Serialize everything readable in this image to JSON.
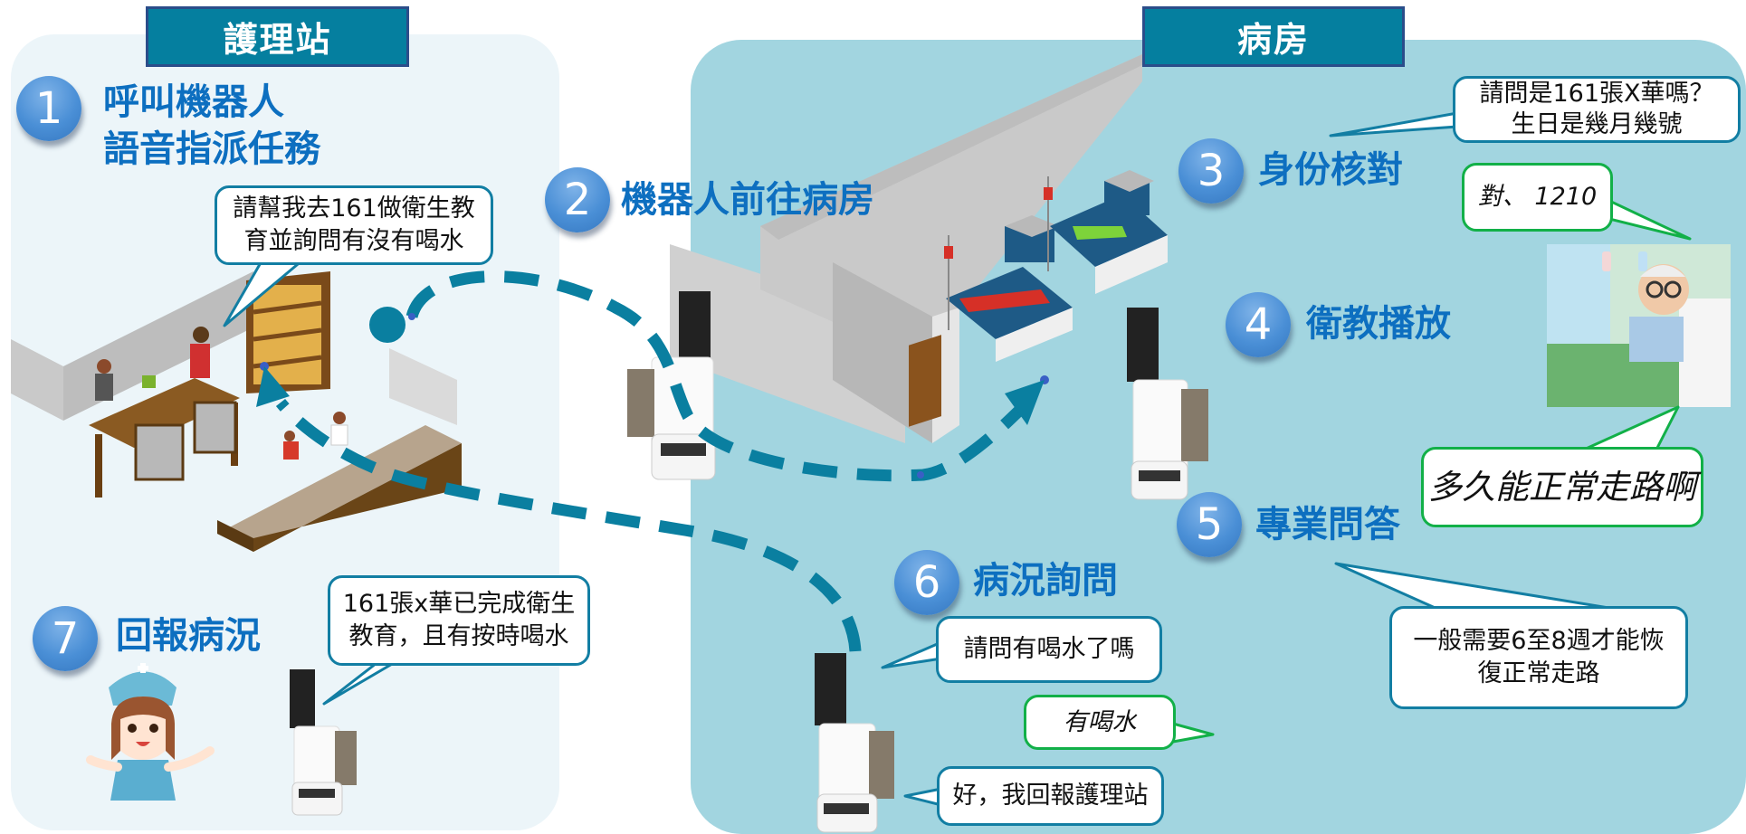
{
  "sections": {
    "nurse_station": {
      "label": "護理站"
    },
    "ward": {
      "label": "病房"
    }
  },
  "steps": [
    {
      "number": "1",
      "title_line1": "呼叫機器人",
      "title_line2": "語音指派任務"
    },
    {
      "number": "2",
      "title": "機器人前往病房"
    },
    {
      "number": "3",
      "title": "身份核對"
    },
    {
      "number": "4",
      "title": "衛教播放"
    },
    {
      "number": "5",
      "title": "專業問答"
    },
    {
      "number": "6",
      "title": "病況詢問"
    },
    {
      "number": "7",
      "title": "回報病況"
    }
  ],
  "bubbles": {
    "nurse_request": {
      "line1": "請幫我去161做衛生教",
      "line2": "育並詢問有沒有喝水",
      "speaker": "nurse"
    },
    "robot_identity_question": {
      "line1": "請問是161張X華嗎？",
      "line2": "生日是幾月幾號",
      "speaker": "robot"
    },
    "patient_identity_answer": {
      "text": "對、 1210",
      "speaker": "patient"
    },
    "patient_question": {
      "text": "多久能正常走路啊",
      "speaker": "patient"
    },
    "robot_answer": {
      "line1": "一般需要6至8週才能恢",
      "line2": "復正常走路",
      "speaker": "robot"
    },
    "robot_ask_water": {
      "text": "請問有喝水了嗎",
      "speaker": "robot"
    },
    "patient_water_answer": {
      "text": "有喝水",
      "speaker": "patient"
    },
    "robot_will_report": {
      "text": "好，我回報護理站",
      "speaker": "robot"
    },
    "robot_report": {
      "line1": "161張x華已完成衛生",
      "line2": "教育，且有按時喝水",
      "speaker": "robot"
    }
  },
  "illustrations": {
    "nurse_station_scene": "isometric nurse station",
    "ward_scene": "isometric hospital ward with two beds",
    "robot": "service robot with screen",
    "patient": "elderly patient in bed",
    "nurse": "cartoon nurse"
  },
  "colors": {
    "banner": "#057f9f",
    "step_title": "#0d6fc0",
    "robot_bubble_border": "#127ea3",
    "patient_bubble_border": "#12b048",
    "path": "#0a7fa0",
    "left_panel": "#ecf5f9",
    "right_panel": "#a2d5e0"
  }
}
